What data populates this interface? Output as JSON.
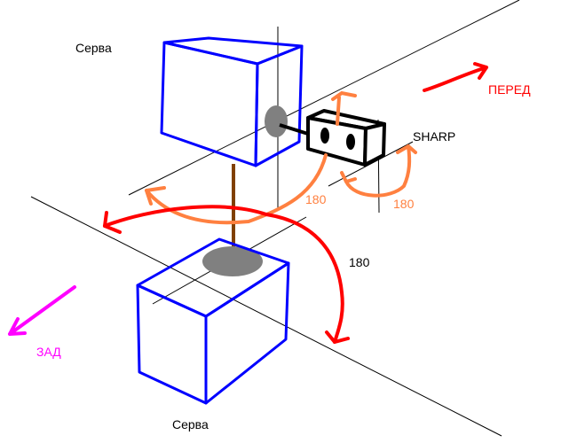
{
  "labels": {
    "servo_top": "Серва",
    "servo_bottom": "Серва",
    "sensor": "SHARP",
    "front": "ПЕРЕД",
    "back": "ЗАД",
    "angle_sensor_pan": "180",
    "angle_sensor_tilt": "180",
    "angle_base": "180"
  },
  "colors": {
    "servo": "#0000ff",
    "front": "#ff0000",
    "back": "#ff00ff",
    "sensor_rotation": "#ff8040",
    "base_rotation": "#ff0000",
    "axis": "#000000",
    "shaft": "#804000",
    "hub": "#808080"
  }
}
